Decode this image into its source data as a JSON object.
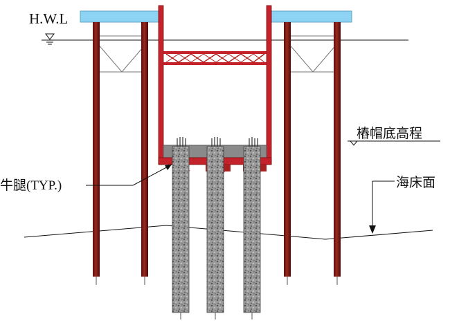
{
  "labels": {
    "hwl": "H.W.L",
    "pile_cap_bottom": "樁帽底高程",
    "bracket": "牛腿(TYP.)",
    "seabed": "海床面"
  },
  "icons": {
    "water_level": "water-level-triangle-icon",
    "elevation": "elevation-marker-icon"
  },
  "colors": {
    "platform": "#8fd3f4",
    "steel_pile": "#7a1a14",
    "cofferdam": "#c3222a",
    "concrete_pile": "#8c8c8c",
    "cap_slab": "#8a8a8a",
    "line": "#111111"
  }
}
